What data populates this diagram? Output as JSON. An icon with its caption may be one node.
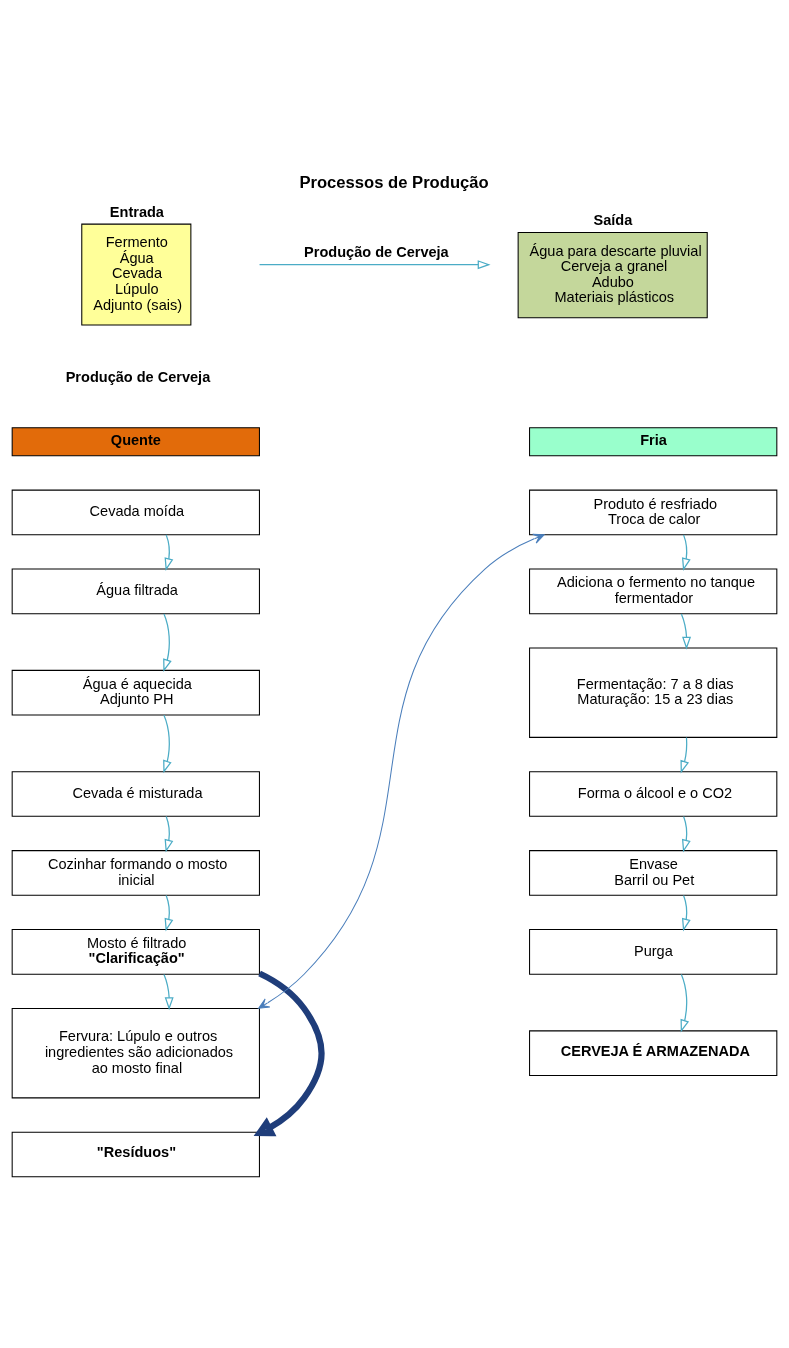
{
  "diagram": {
    "title": "Processos de Produção",
    "nodes": [
      {
        "text": [
          "Entrada",
          "Fermento",
          "Água",
          "Cevada",
          "Lúpulo",
          "Adjunto (sais)"
        ]
      },
      {
        "text": [
          "Saída",
          "Água para descarte pluvial",
          "Cerveja a granel",
          "Adubo",
          "Materiais plásticos"
        ]
      },
      {
        "text": [
          "Quente"
        ]
      },
      {
        "text": [
          "Cevada moída"
        ]
      },
      {
        "text": [
          "Água filtrada"
        ]
      },
      {
        "text": [
          "Água é aquecida",
          "Adjunto PH"
        ]
      },
      {
        "text": [
          "Cevada é misturada"
        ]
      },
      {
        "text": [
          "Cozinhar formando o mosto inicial"
        ]
      },
      {
        "text": [
          "Mosto é filtrado",
          "\"Clarificação\""
        ]
      },
      {
        "text": [
          "Fervura: Lúpulo e outros ingredientes são adicionados ao mosto final"
        ]
      },
      {
        "text": [
          "\"Resíduos\""
        ]
      },
      {
        "text": [
          "Fria"
        ]
      },
      {
        "text": [
          "Produto é resfriado",
          "Troca de calor"
        ]
      },
      {
        "text": [
          "Adiciona o fermento no tanque fermentador"
        ]
      },
      {
        "text": [
          "Fermentação: 7 a 8 dias",
          "Maturação: 15 a 23 dias"
        ]
      },
      {
        "text": [
          "Forma o álcool e o CO2"
        ]
      },
      {
        "text": [
          "Envase",
          "Barril ou Pet"
        ]
      },
      {
        "text": [
          "Purga"
        ]
      },
      {
        "text": [
          "CERVEJA É ARMAZENADA"
        ]
      }
    ],
    "edges": [
      {
        "from": 0,
        "to": 1,
        "arrow": "to",
        "label": "Produção de Cerveja"
      },
      {
        "from": 3,
        "to": 4,
        "arrow": "to"
      },
      {
        "from": 4,
        "to": 5,
        "arrow": "to"
      },
      {
        "from": 5,
        "to": 6,
        "arrow": "to"
      },
      {
        "from": 6,
        "to": 7,
        "arrow": "to"
      },
      {
        "from": 7,
        "to": 8,
        "arrow": "to"
      },
      {
        "from": 8,
        "to": 9,
        "arrow": "to"
      },
      {
        "from": 9,
        "to": 12,
        "arrow": "both",
        "color": "#4a7ebb"
      },
      {
        "from": 8,
        "to": 10,
        "arrow": "to",
        "style": "thick",
        "color": "#1f3d7a"
      },
      {
        "from": 12,
        "to": 13,
        "arrow": "to"
      },
      {
        "from": 13,
        "to": 14,
        "arrow": "to"
      },
      {
        "from": 14,
        "to": 15,
        "arrow": "to"
      },
      {
        "from": 15,
        "to": 16,
        "arrow": "to"
      },
      {
        "from": 16,
        "to": 17,
        "arrow": "to"
      },
      {
        "from": 17,
        "to": 18,
        "arrow": "to"
      }
    ],
    "labels": [
      "Produção de Cerveja"
    ]
  }
}
